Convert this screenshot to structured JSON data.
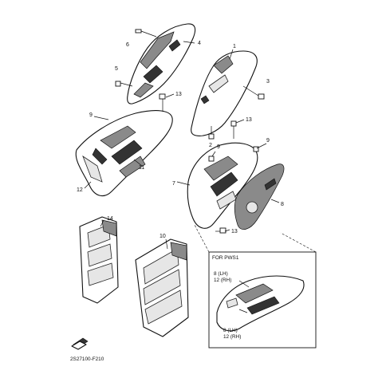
{
  "callouts": {
    "c1": "1",
    "c2": "2",
    "c3": "3",
    "c4": "4",
    "c5": "5",
    "c6": "6",
    "c7": "7",
    "c8": "8",
    "c9a": "9",
    "c9b": "9",
    "c9c": "9",
    "c10": "10",
    "c11": "11",
    "c12": "12",
    "c13a": "13",
    "c13b": "13",
    "c13c": "13",
    "c14": "14"
  },
  "inset": {
    "title": "FOR PWS1",
    "label_a_line1": "8 (LH)",
    "label_a_line2": "12 (RH)",
    "label_b_line1": "8 (LH)",
    "label_b_line2": "12 (RH)"
  },
  "footer": {
    "code": "2S27100-F210"
  },
  "colors": {
    "line": "#111111",
    "shade": "#8a8a8a",
    "background": "#ffffff"
  }
}
